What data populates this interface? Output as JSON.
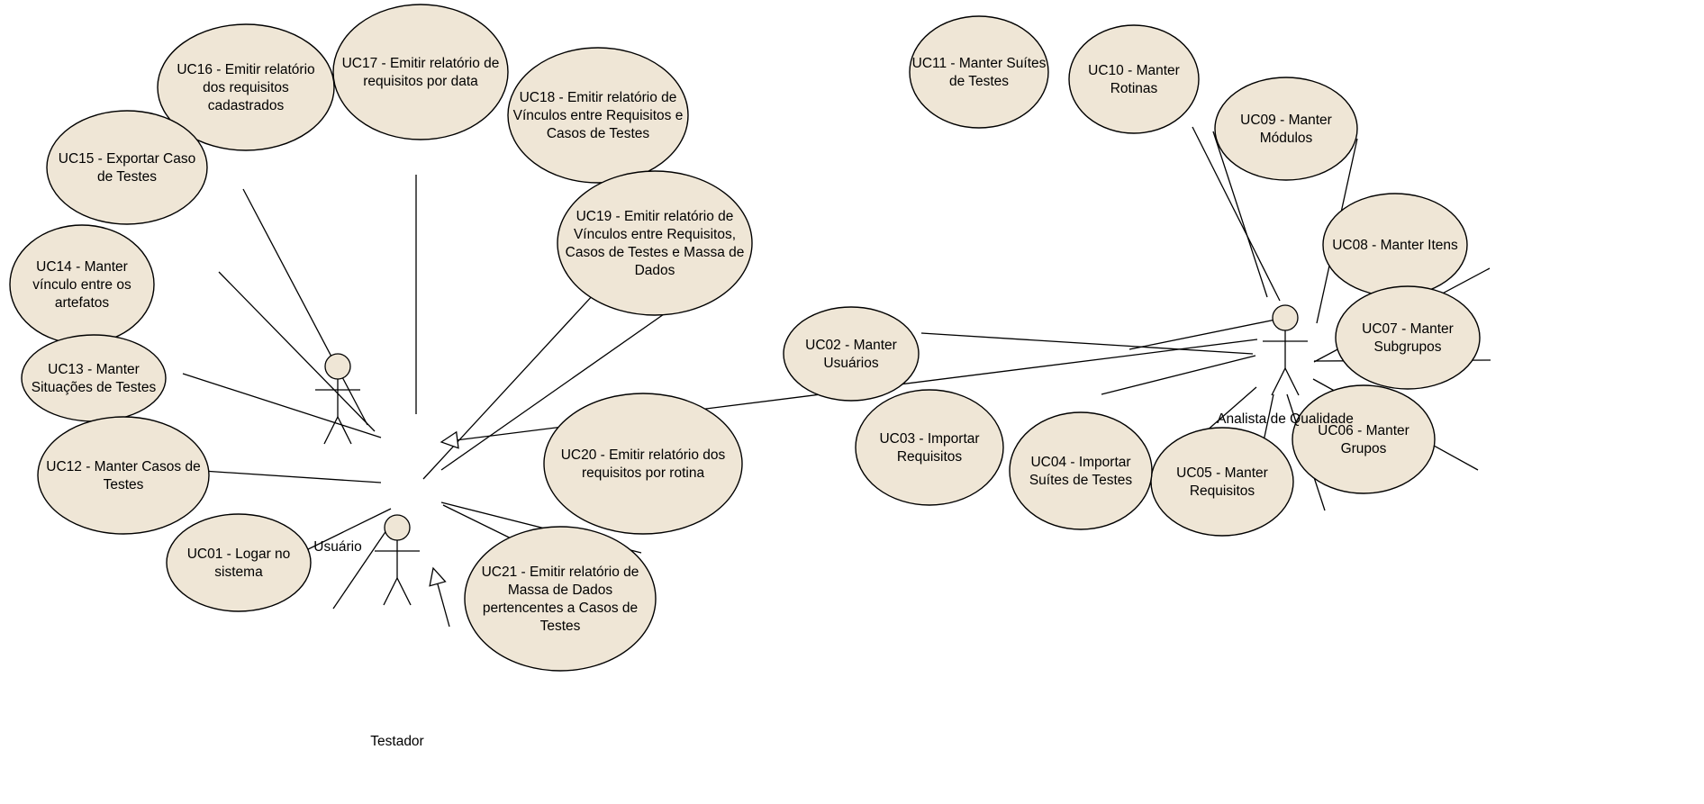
{
  "actors": {
    "usuario": "Usuário",
    "testador": "Testador",
    "analista": "Analista de Qualidade"
  },
  "use_cases": {
    "uc01": [
      "UC01 - Logar no",
      "sistema"
    ],
    "uc02": [
      "UC02 - Manter",
      "Usuários"
    ],
    "uc03": [
      "UC03 - Importar",
      "Requisitos"
    ],
    "uc04": [
      "UC04 - Importar",
      "Suítes de Testes"
    ],
    "uc05": [
      "UC05 - Manter",
      "Requisitos"
    ],
    "uc06": [
      "UC06 - Manter",
      "Grupos"
    ],
    "uc07": [
      "UC07 - Manter",
      "Subgrupos"
    ],
    "uc08": [
      "UC08 - Manter Itens"
    ],
    "uc09": [
      "UC09 - Manter",
      "Módulos"
    ],
    "uc10": [
      "UC10 - Manter",
      "Rotinas"
    ],
    "uc11": [
      "UC11 - Manter Suítes",
      "de Testes"
    ],
    "uc12": [
      "UC12 - Manter Casos de",
      "Testes"
    ],
    "uc13": [
      "UC13 - Manter",
      "Situações de Testes"
    ],
    "uc14": [
      "UC14 - Manter",
      "vínculo entre os",
      "artefatos"
    ],
    "uc15": [
      "UC15 - Exportar Caso",
      "de Testes"
    ],
    "uc16": [
      "UC16 - Emitir relatório",
      "dos requisitos",
      "cadastrados"
    ],
    "uc17": [
      "UC17 - Emitir relatório de",
      "requisitos por data"
    ],
    "uc18": [
      "UC18 - Emitir relatório de",
      "Vínculos entre Requisitos e",
      "Casos de Testes"
    ],
    "uc19": [
      "UC19 - Emitir relatório de",
      "Vínculos entre  Requisitos,",
      "Casos de Testes e Massa de",
      "Dados"
    ],
    "uc20": [
      "UC20 - Emitir relatório dos",
      "requisitos por rotina"
    ],
    "uc21": [
      "UC21 - Emitir relatório de",
      "Massa de Dados",
      "pertencentes a Casos de",
      "Testes"
    ]
  }
}
